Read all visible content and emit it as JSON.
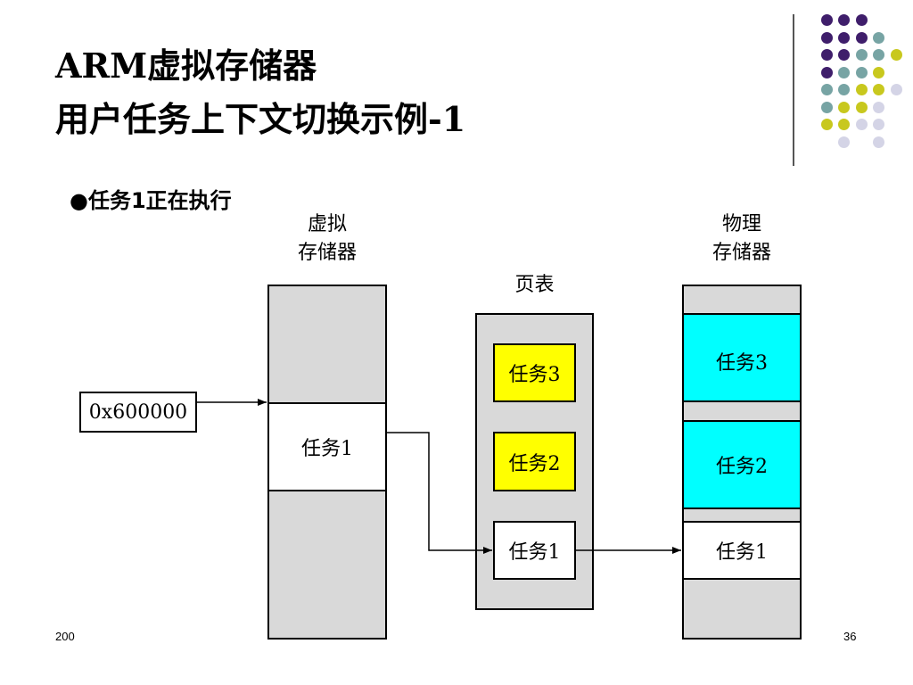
{
  "title": {
    "line1": "ARM虚拟存储器",
    "line2": "用户任务上下文切换示例-1"
  },
  "bullet": {
    "symbol": "●",
    "text": "任务1正在执行"
  },
  "diagram": {
    "address_label": "0x600000",
    "virtual_memory": {
      "label_line1": "虚拟",
      "label_line2": "存储器",
      "block": "任务1"
    },
    "page_table": {
      "label": "页表",
      "entries": [
        "任务3",
        "任务2",
        "任务1"
      ]
    },
    "physical_memory": {
      "label_line1": "物理",
      "label_line2": "存储器",
      "blocks": [
        "任务3",
        "任务2",
        "任务1"
      ]
    }
  },
  "footer": {
    "left": "200",
    "page_number": "36"
  },
  "colors": {
    "decor_purple": "#3f1e6b",
    "decor_teal": "#77a4a4",
    "decor_olive": "#c8c81e",
    "decor_lavender": "#d4d4e6",
    "page_table_highlight": "#ffff00",
    "physical_highlight": "#00ffff",
    "memory_fill": "#d9d9d9"
  }
}
